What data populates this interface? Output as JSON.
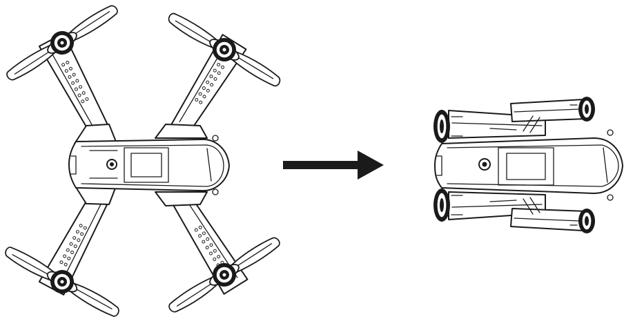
{
  "diagram": {
    "states": [
      {
        "id": "unfolded",
        "icon": "drone-unfolded-icon"
      },
      {
        "id": "folded",
        "icon": "drone-folded-icon"
      }
    ],
    "transition": {
      "icon": "arrow-right-icon",
      "from": "unfolded",
      "to": "folded"
    },
    "colors": {
      "stroke": "#1a1a1a",
      "fill": "#ffffff",
      "background": "#ffffff"
    }
  }
}
